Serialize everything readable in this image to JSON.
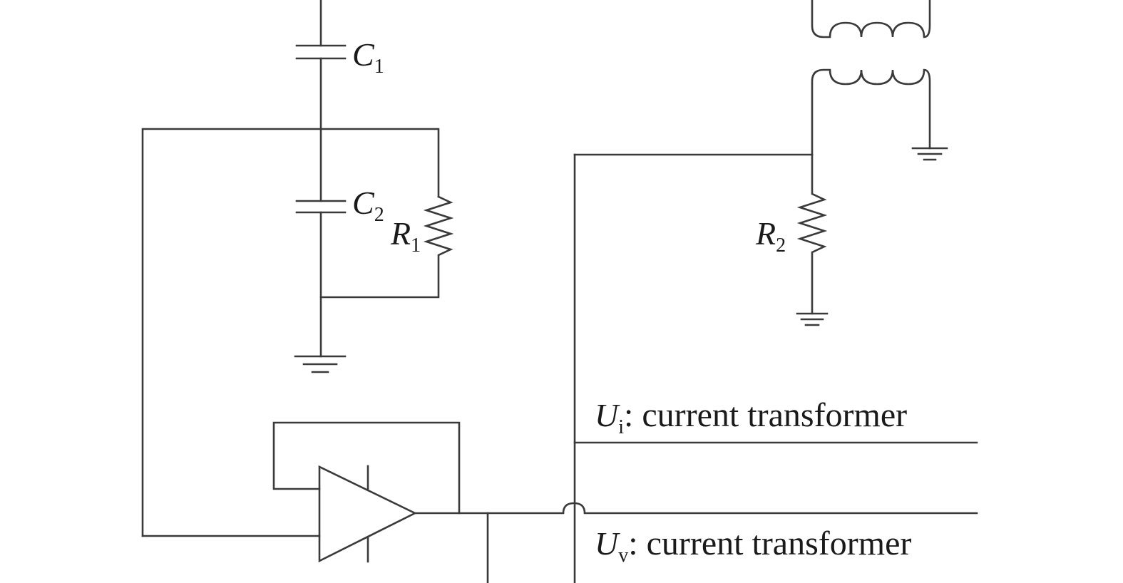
{
  "components": {
    "c1": {
      "main": "C",
      "sub": "1"
    },
    "c2": {
      "main": "C",
      "sub": "2"
    },
    "r1": {
      "main": "R",
      "sub": "1"
    },
    "r2": {
      "main": "R",
      "sub": "2"
    }
  },
  "signals": {
    "ui": {
      "main": "U",
      "sub": "i",
      "desc": ": current transformer"
    },
    "uv": {
      "main": "U",
      "sub": "v",
      "desc": ": current transformer"
    }
  },
  "colors": {
    "wire": "#3a3a3a",
    "text": "#1a1a1a",
    "background": "#ffffff"
  }
}
